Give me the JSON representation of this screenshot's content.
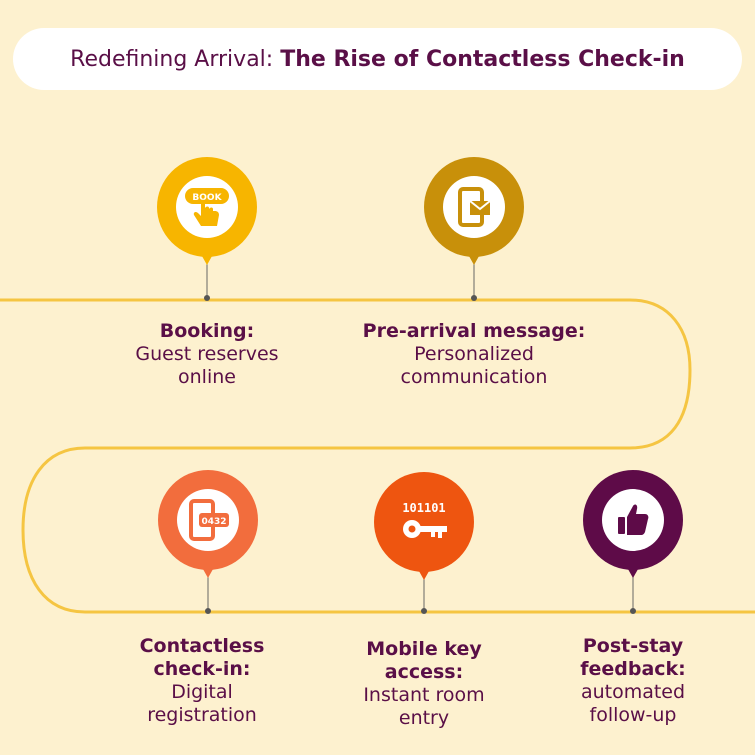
{
  "title": {
    "light": "Redefining Arrival:",
    "bold": "The Rise of Contactless Check-in"
  },
  "colors": {
    "background": "#fdf1cf",
    "path": "#f5c542",
    "text": "#5a0f47"
  },
  "steps": [
    {
      "head": "Booking:",
      "desc_lines": [
        "Guest reserves",
        "online"
      ],
      "color": "#f7b500",
      "icon": "book-tap-icon",
      "icon_text": "BOOK"
    },
    {
      "head": "Pre-arrival message:",
      "desc_lines": [
        "Personalized",
        "communication"
      ],
      "color": "#c8900a",
      "icon": "phone-message-icon"
    },
    {
      "head_lines": [
        "Contactless",
        "check-in:"
      ],
      "desc_lines": [
        "Digital",
        "registration"
      ],
      "color": "#f26d3d",
      "icon": "phone-code-icon",
      "icon_text": "0432"
    },
    {
      "head_lines": [
        "Mobile key",
        "access:"
      ],
      "desc_lines": [
        "Instant room",
        "entry"
      ],
      "color": "#ee5510",
      "icon": "digital-key-icon",
      "icon_text": "101101"
    },
    {
      "head_lines": [
        "Post-stay",
        "feedback:"
      ],
      "desc_lines": [
        "automated",
        "follow-up"
      ],
      "color": "#5e0b48",
      "icon": "thumbs-up-icon"
    }
  ]
}
